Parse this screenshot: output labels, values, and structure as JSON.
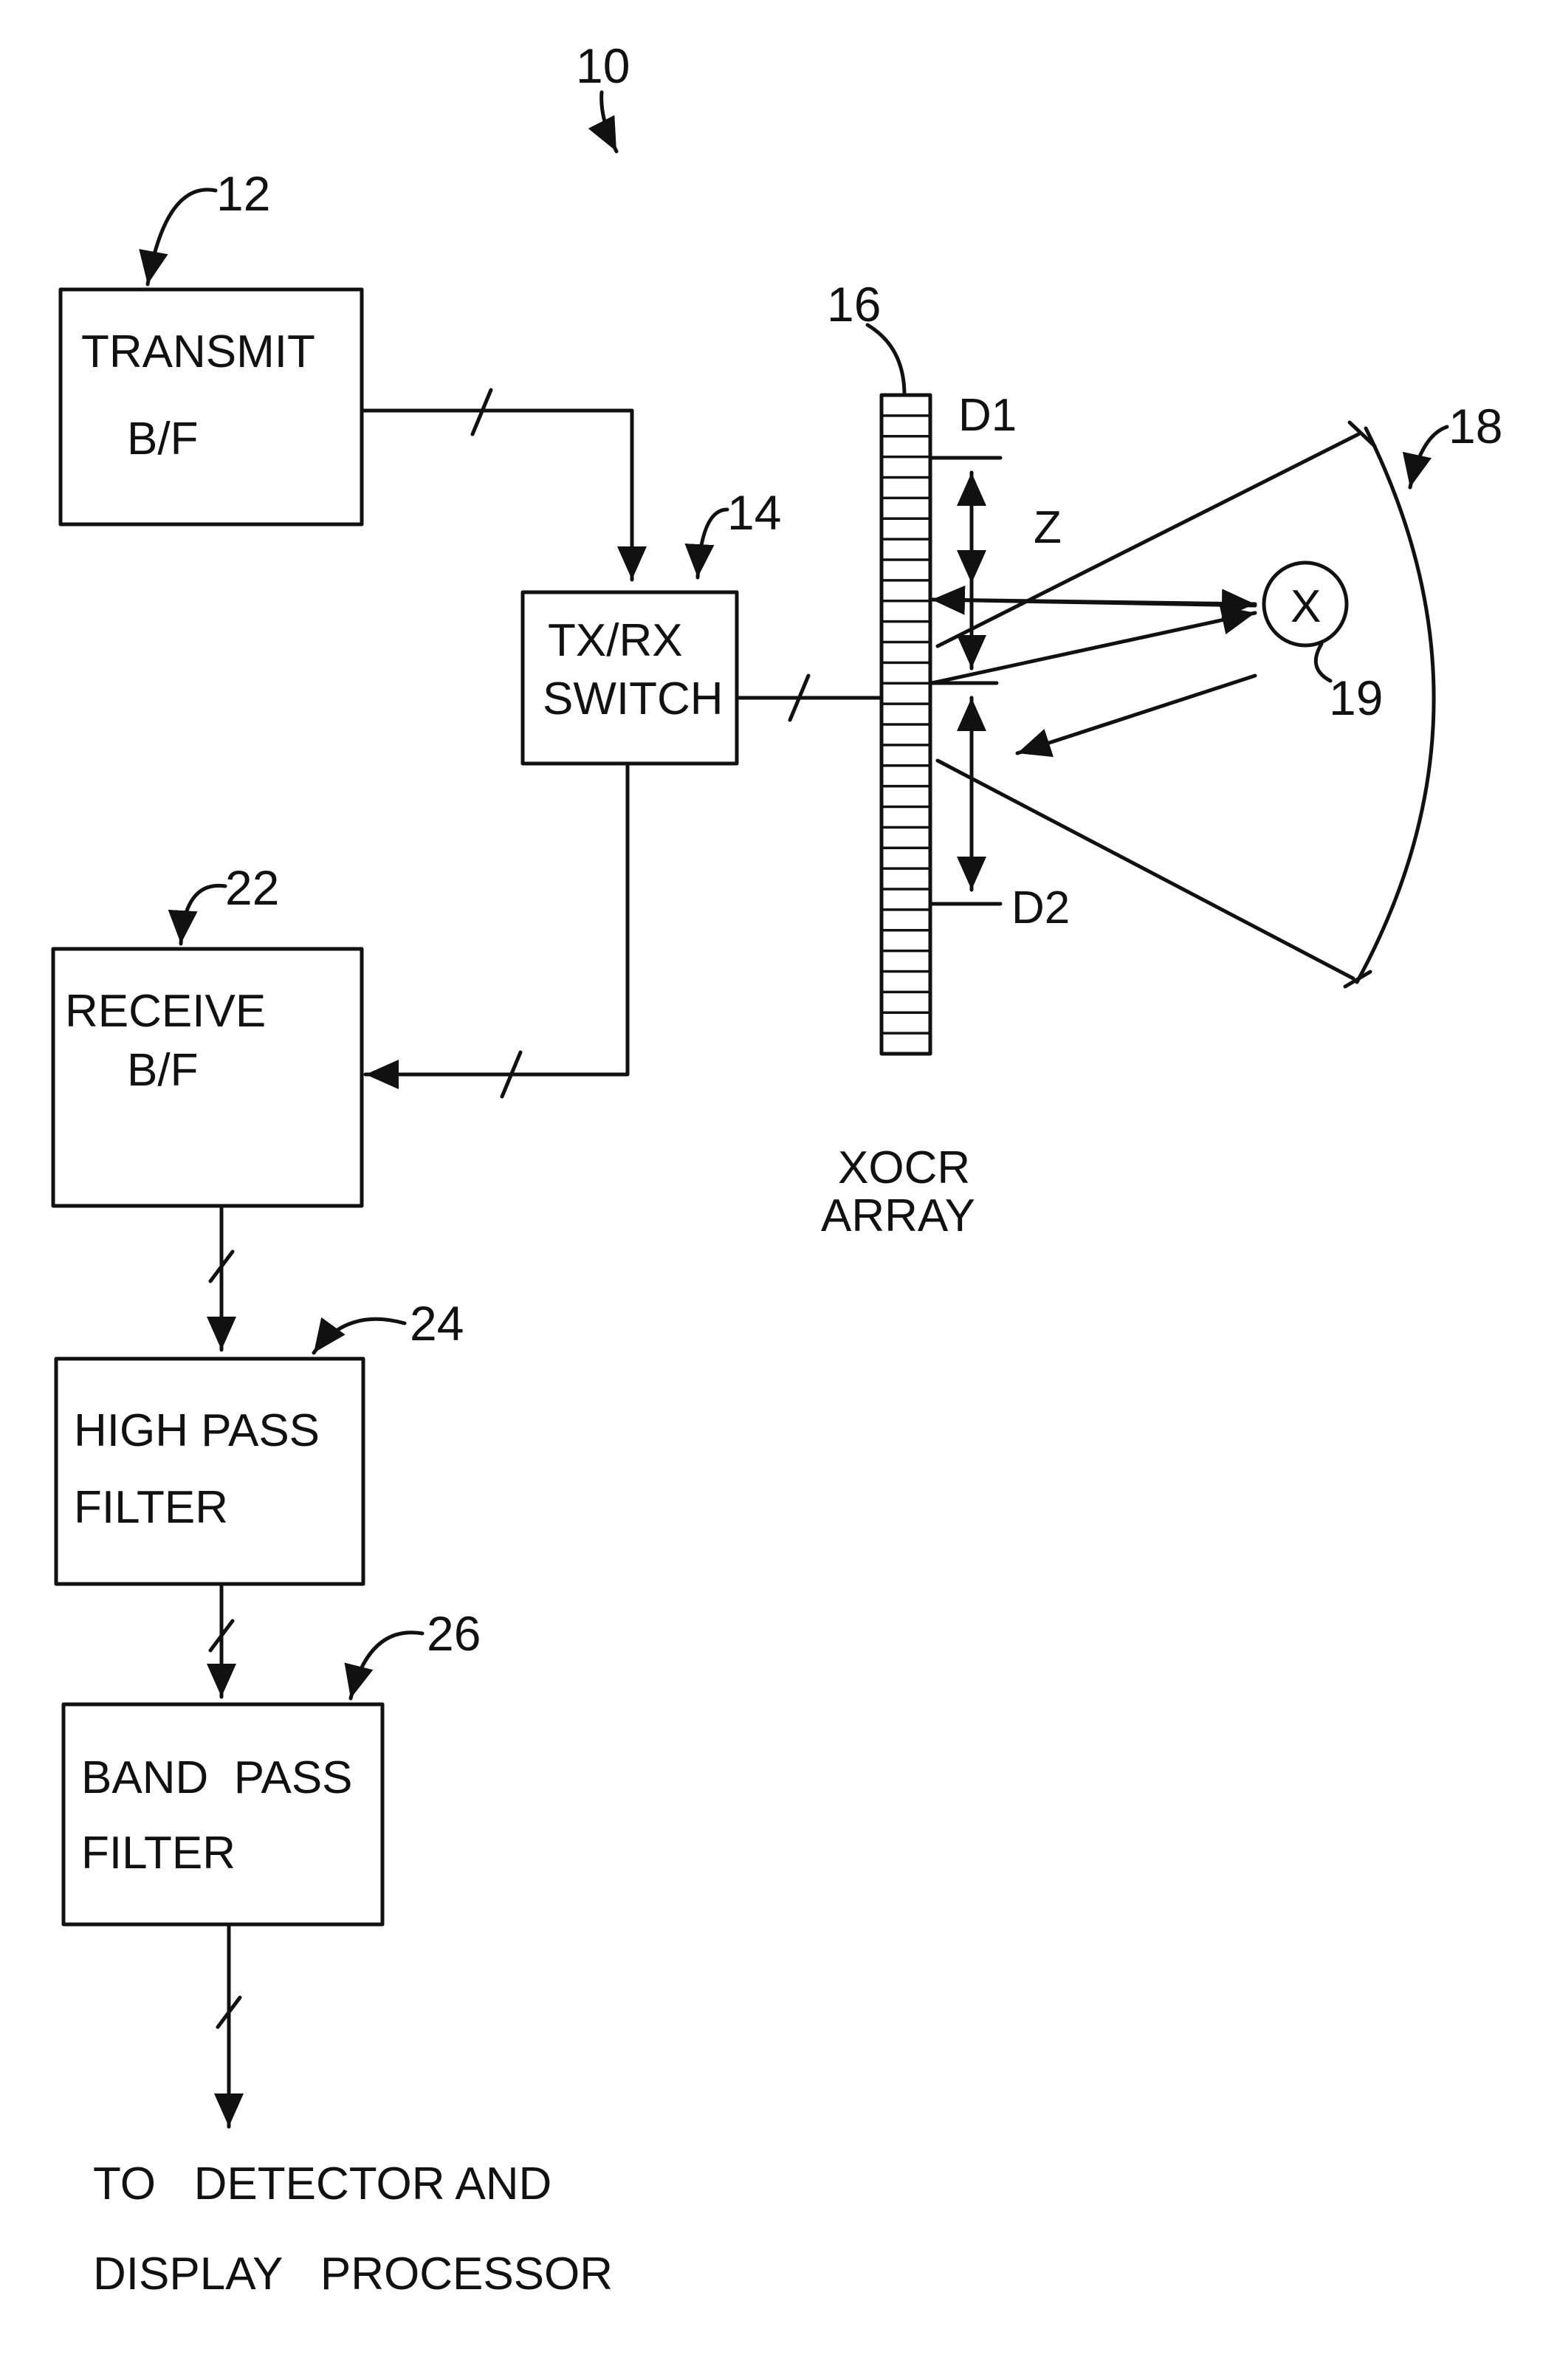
{
  "figure_ref": "10",
  "blocks": {
    "transmit": {
      "ref": "12",
      "line1": "TRANSMIT",
      "line2": "B/F"
    },
    "switch": {
      "ref": "14",
      "line1": "TX/RX",
      "line2": "SWITCH"
    },
    "receive": {
      "ref": "22",
      "line1": "RECEIVE",
      "line2": "B/F"
    },
    "high_pass": {
      "ref": "24",
      "line1": "HIGH PASS",
      "line2": "FILTER"
    },
    "band_pass": {
      "ref": "26",
      "line1": "BAND  PASS",
      "line2": "FILTER"
    }
  },
  "array": {
    "ref": "16",
    "label_line1": "XOCR",
    "label_line2": "ARRAY",
    "element_count": 32
  },
  "sector": {
    "ref": "18"
  },
  "target": {
    "ref": "19",
    "symbol": "X"
  },
  "depth": {
    "d1": "D1",
    "d2": "D2",
    "z": "Z"
  },
  "output": {
    "line1": "TO   DETECTOR AND",
    "line2": "DISPLAY   PROCESSOR"
  },
  "colors": {
    "ink": "#111111",
    "paper": "#ffffff"
  }
}
